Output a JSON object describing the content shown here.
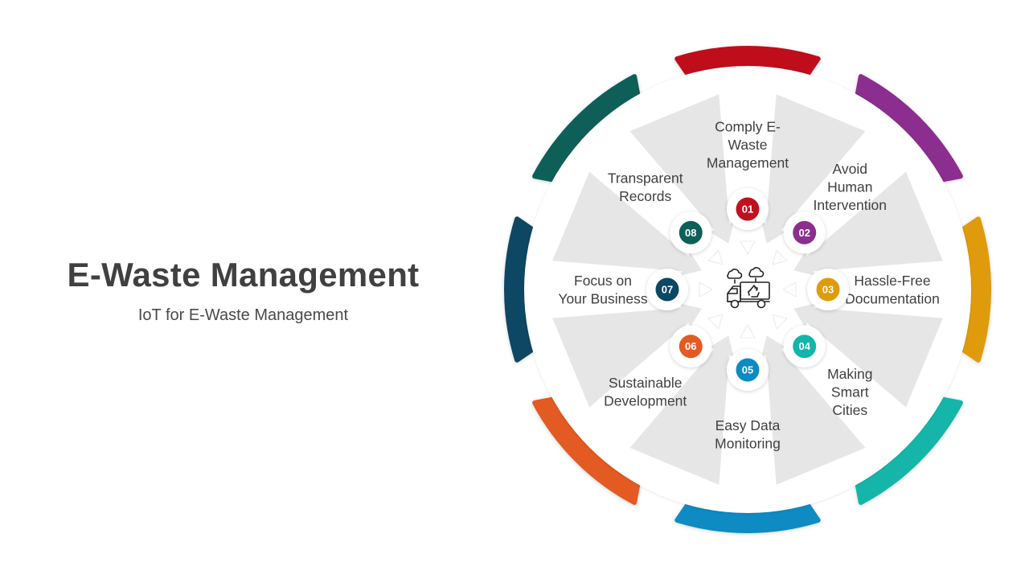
{
  "slide": {
    "title": "E-Waste Management",
    "subtitle": "IoT for E-Waste Management"
  },
  "diagram": {
    "center_icon": "recycling-truck-icon",
    "segments": [
      {
        "number": "01",
        "label_lines": [
          "Comply E-",
          "Waste",
          "Management"
        ],
        "color": "#C0111F"
      },
      {
        "number": "02",
        "label_lines": [
          "Avoid",
          "Human",
          "Intervention"
        ],
        "color": "#8B2F8F"
      },
      {
        "number": "03",
        "label_lines": [
          "Hassle-Free",
          "Documentation"
        ],
        "color": "#E09B0B"
      },
      {
        "number": "04",
        "label_lines": [
          "Making",
          "Smart",
          "Cities"
        ],
        "color": "#13B5AA"
      },
      {
        "number": "05",
        "label_lines": [
          "Easy Data",
          "Monitoring"
        ],
        "color": "#0C8BC2"
      },
      {
        "number": "06",
        "label_lines": [
          "Sustainable",
          "Development"
        ],
        "color": "#E35A22"
      },
      {
        "number": "07",
        "label_lines": [
          "Focus on",
          "Your Business"
        ],
        "color": "#0C4763"
      },
      {
        "number": "08",
        "label_lines": [
          "Transparent",
          "Records"
        ],
        "color": "#0E5F58"
      }
    ]
  }
}
